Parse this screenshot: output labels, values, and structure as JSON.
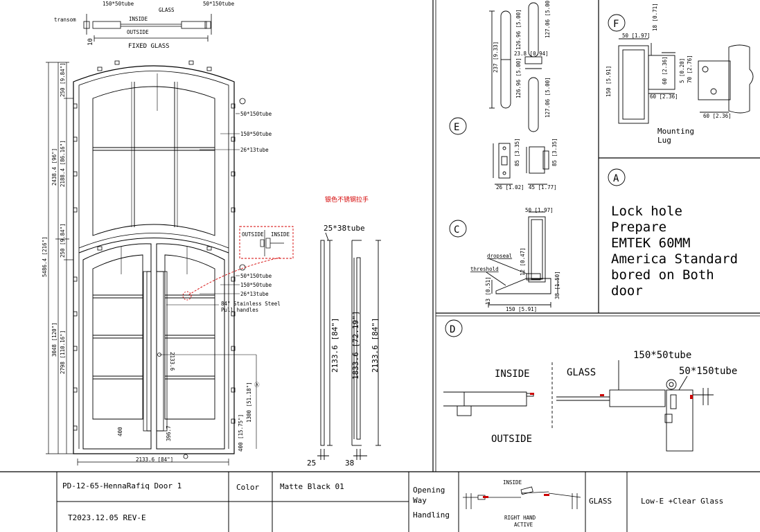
{
  "top_detail": {
    "transom_label": "transom",
    "left_tube": "150*50tube",
    "right_tube": "50*150tube",
    "glass": "GLASS",
    "inside": "INSIDE",
    "outside": "OUTSIDE",
    "dim_10": "10",
    "fixed_glass": "FIXED GLASS"
  },
  "elevation": {
    "dims_left": [
      "2438.4 [96\"]",
      "2188.4 [86.16\"]",
      "250 [9.84\"]",
      "5486.4 [216\"]",
      "250 [9.84\"]",
      "3048 [120\"]",
      "2798 [110.16\"]"
    ],
    "callouts_upper": [
      "50*150tube",
      "150*50tube",
      "26*13tube"
    ],
    "callouts_lower": [
      "50*150tube",
      "150*50tube",
      "26*13tube",
      "84\" Stainless Steel",
      "Pull handles"
    ],
    "handle_dim": "2133.6",
    "handle_height": "1300 [51.18\"]",
    "bottom_rail": "400 [15.75\"]",
    "dim_400": "400",
    "dim_3967": "396.7",
    "width": "2133.6 [84\"]",
    "chinese_note": "银色不锈钢拉手",
    "handle_detail": {
      "outside": "OUTSIDE",
      "inside": "INSIDE"
    }
  },
  "handle_section": {
    "tube": "25*38tube",
    "dim1": "2133.6 [84\"]",
    "dim2": "1833.6 [72.19\"]",
    "dim3": "2133.6 [84\"]",
    "dim_25": "25",
    "dim_38": "38"
  },
  "detail_e": {
    "letter": "E",
    "dims": [
      "237 [9.33]",
      "126.96 [5.00]",
      "126.96 [5.00]",
      "127.06 [5.00]",
      "127.06 [5.00]",
      "23.8 [0.94]",
      "85 [3.35]",
      "85 [3.35]",
      "26 [1.02]",
      "45 [1.77]"
    ]
  },
  "detail_f": {
    "letter": "F",
    "dims": [
      "50 [1.97]",
      "18 [0.71]",
      "150 [5.91]",
      "60 [2.36]",
      "5 [0.20]",
      "70 [2.76]",
      "60 [2.36]",
      "60 [2.36]"
    ],
    "caption1": "Mounting",
    "caption2": "Lug"
  },
  "detail_a": {
    "letter": "A",
    "lines": [
      "Lock hole",
      "Prepare",
      "EMTEK 60MM",
      "America Standard",
      "bored on Both",
      "door"
    ]
  },
  "detail_c": {
    "letter": "C",
    "dims": [
      "50 [1.97]",
      "12 [0.47]",
      "13 [0.51]",
      "38 [1.50]",
      "150 [5.91]"
    ],
    "dropseal": "dropseal",
    "threshold": "threshold"
  },
  "detail_d": {
    "letter": "D",
    "tube1": "150*50tube",
    "tube2": "50*150tube",
    "inside": "INSIDE",
    "glass": "GLASS",
    "outside": "OUTSIDE"
  },
  "title_block": {
    "project": "PD-12-65-HennaRafiq Door 1",
    "revision": "T2023.12.05 REV-E",
    "color_label": "Color",
    "color_value": "Matte Black 01",
    "opening_label": [
      "Opening",
      "Way",
      "Handling"
    ],
    "diagram_inside": "INSIDE",
    "diagram_active": [
      "RIGHT HAND",
      "ACTIVE"
    ],
    "glass_label": "GLASS",
    "glass_value": "Low-E +Clear Glass"
  }
}
